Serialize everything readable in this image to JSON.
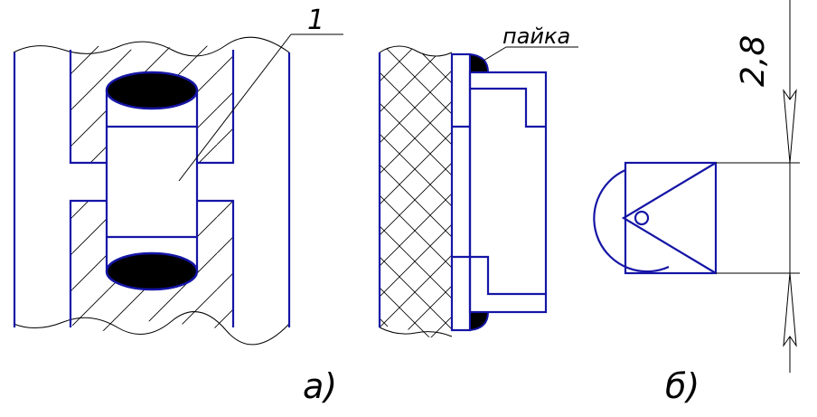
{
  "figure": {
    "callout_number": "1",
    "solder_label": "пайка",
    "dimension_value": "2,8",
    "caption_a": "а)",
    "caption_b": "б)"
  },
  "colors": {
    "outline": "#1515a6",
    "solder_fill": "#000000",
    "hatch": "#000000",
    "background": "#ffffff"
  }
}
